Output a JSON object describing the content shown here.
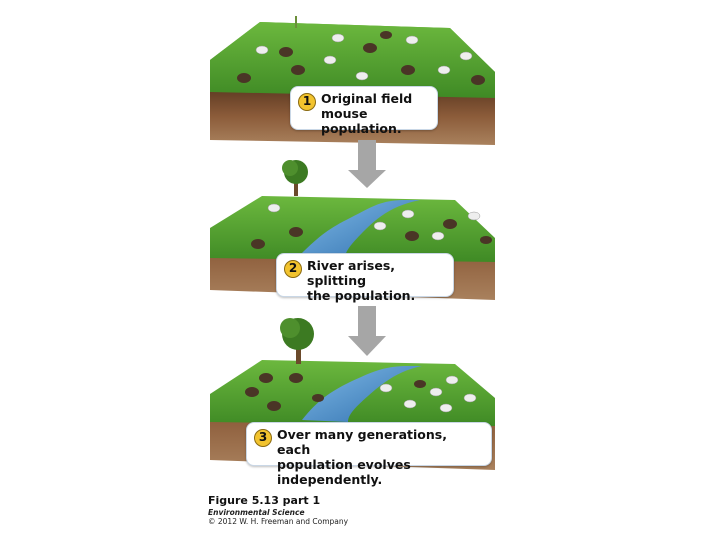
{
  "steps": [
    {
      "number": "1",
      "line1": "Original field",
      "line2": "mouse population."
    },
    {
      "number": "2",
      "line1": "River arises, splitting",
      "line2": "the population."
    },
    {
      "number": "3",
      "line1": "Over many generations, each",
      "line2": "population evolves independently."
    }
  ],
  "caption": {
    "figure": "Figure 5.13 part 1",
    "book": "Environmental Science",
    "copyright": "© 2012 W. H. Freeman and Company"
  },
  "colors": {
    "grass": "#4f9a2e",
    "soil": "#7a4a2c",
    "river": "#3f86c2",
    "arrow": "#a6a6a6",
    "badge": "#f2c32e"
  }
}
